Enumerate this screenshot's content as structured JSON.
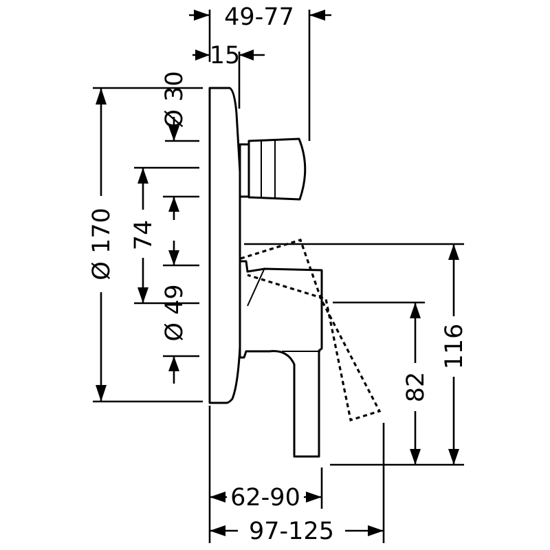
{
  "dimensions": {
    "width_49_77": "49-77",
    "offset_15": "15",
    "diameter_30": "Ø 30",
    "diameter_170": "Ø 170",
    "height_74": "74",
    "diameter_49": "Ø 49",
    "height_116": "116",
    "height_82": "82",
    "depth_62_90": "62-90",
    "depth_97_125": "97-125"
  }
}
